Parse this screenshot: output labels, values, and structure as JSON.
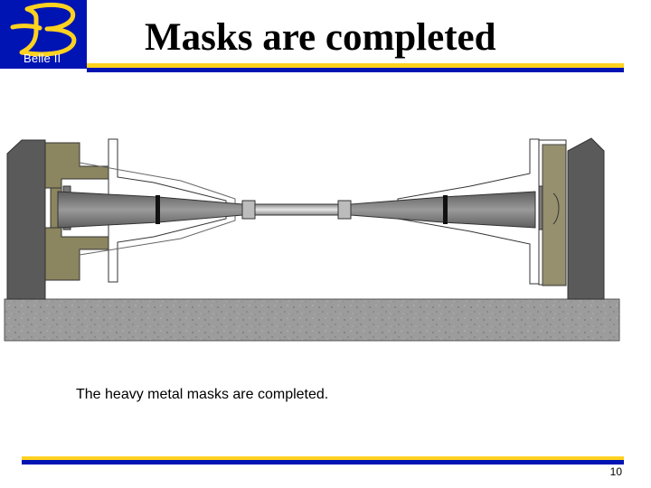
{
  "header": {
    "title": "Masks are completed",
    "logo_caption": "Belle II"
  },
  "body": {
    "caption": "The heavy metal masks are completed."
  },
  "footer": {
    "page_number": "10"
  },
  "colors": {
    "title_rule_yellow": "#ffd21f",
    "title_rule_blue": "#0014b4",
    "logo_background": "#0014b4",
    "logo_letter": "#ffd21f",
    "support_block": "#5a5a5a",
    "flange": "#8b8560",
    "mask_body": "#7a7a7a",
    "floor": "#9a9a9a"
  },
  "icons": {
    "logo": "belle-ii-logo-icon"
  }
}
